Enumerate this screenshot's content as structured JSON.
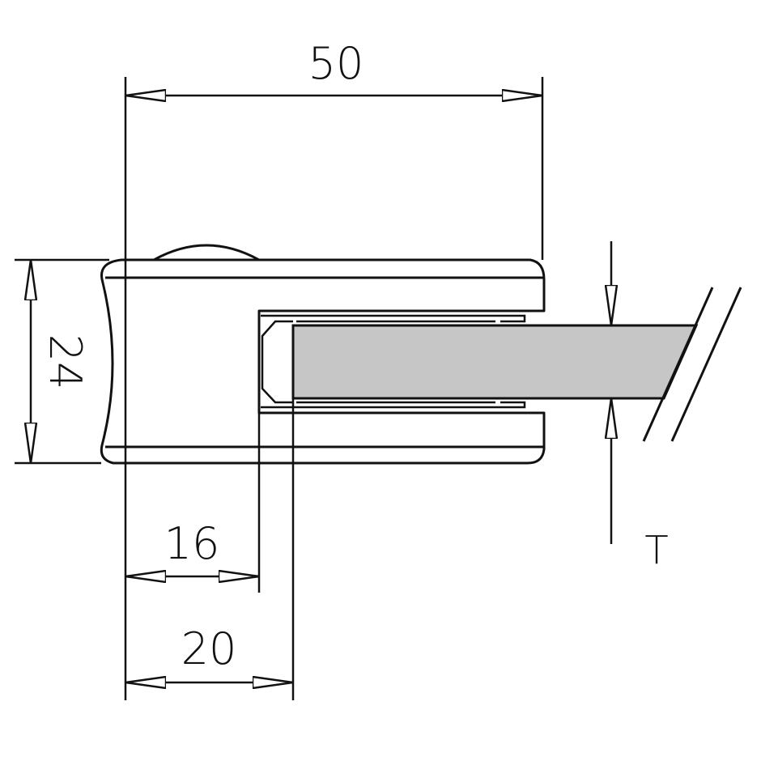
{
  "drawing": {
    "dimensions": {
      "width_total": "50",
      "height": "24",
      "depth_inner": "16",
      "depth_glass": "20",
      "thickness_label": "T"
    },
    "colors": {
      "line": "#111111",
      "glass_fill": "#c6c6c6",
      "background": "#ffffff"
    }
  }
}
